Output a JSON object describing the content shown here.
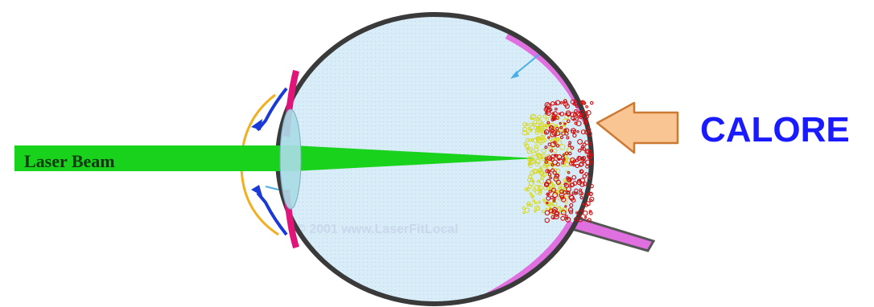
{
  "diagram": {
    "beam_label": "Laser Beam",
    "heat_label": "CALORE",
    "watermark": "© 2001 www.LaserFitLocal",
    "colors": {
      "eye_fill": "#d7ecf7",
      "eye_outline": "#3a3a3a",
      "beam": "#18d21c",
      "lens": "#a9dbe5",
      "iris": "#e0157a",
      "sclera_band": "#e070e0",
      "cornea": "#f0b020",
      "arrow_fill": "#f9c593",
      "arrow_stroke": "#cc7a33",
      "heat_text": "#1a1aff",
      "burn_red": "#cc1111",
      "burn_yellow": "#d8d820"
    }
  }
}
